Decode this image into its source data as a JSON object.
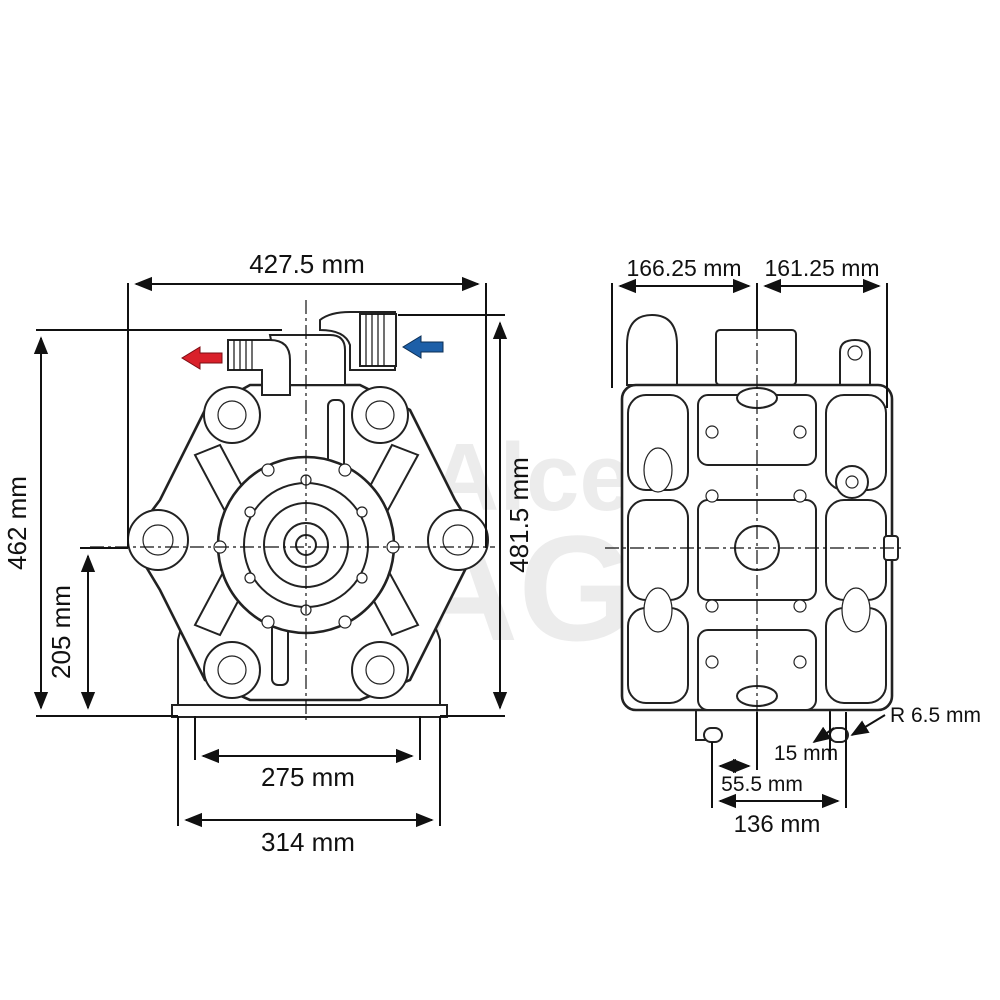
{
  "front_view": {
    "width_total": "427.5 mm",
    "height_total": "462 mm",
    "height_side": "481.5 mm",
    "shaft_height": "205 mm",
    "base_inner": "275 mm",
    "base_outer": "314 mm",
    "outlet_arrow_color": "#d9202a",
    "inlet_arrow_color": "#1d5fa8"
  },
  "side_view": {
    "left_half": "166.25 mm",
    "right_half": "161.25 mm",
    "radius": "R 6.5 mm",
    "hole_dia": "15 mm",
    "hole_offset": "55.5 mm",
    "hole_span": "136 mm"
  },
  "watermark": {
    "text_line1": "Alce",
    "text_line2": "AGRO"
  }
}
